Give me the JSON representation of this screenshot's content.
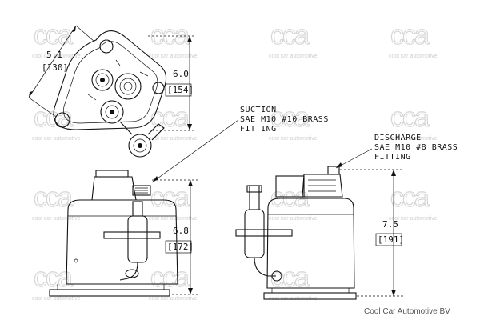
{
  "watermark": {
    "logo": "cca",
    "text": "cool car automotive"
  },
  "top_view": {
    "width_dim": "5.1",
    "width_dim_mm": "[130]",
    "height_dim": "6.0",
    "height_dim_mm": "[154]"
  },
  "callouts": {
    "suction": [
      "SUCTION",
      "SAE M10 #10 BRASS",
      "FITTING"
    ],
    "discharge": [
      "DISCHARGE",
      "SAE M10 #8 BRASS",
      "FITTING"
    ]
  },
  "front_view": {
    "height_dim": "6.8",
    "height_dim_mm": "[172]"
  },
  "side_view": {
    "height_dim": "7.5",
    "height_dim_mm": "[191]"
  },
  "credit": "Cool Car Automotive BV"
}
